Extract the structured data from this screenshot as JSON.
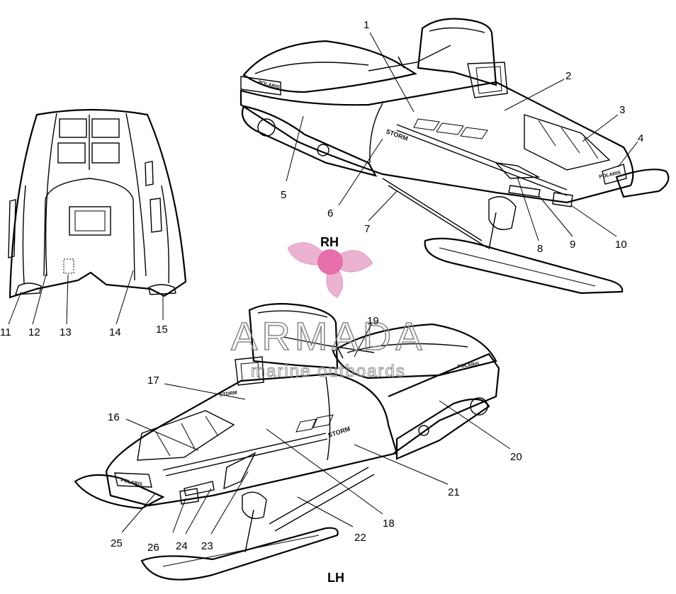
{
  "views": {
    "rh": "RH",
    "lh": "LH"
  },
  "decal_text": {
    "brand": "POLARIS",
    "model": "STORM"
  },
  "watermark": {
    "name": "ARMADA",
    "tagline": "marine outboards",
    "color": "#e8a6c8"
  },
  "callouts": [
    {
      "id": "1",
      "label": "1"
    },
    {
      "id": "2",
      "label": "2"
    },
    {
      "id": "3",
      "label": "3"
    },
    {
      "id": "4",
      "label": "4"
    },
    {
      "id": "5",
      "label": "5"
    },
    {
      "id": "6",
      "label": "6"
    },
    {
      "id": "7",
      "label": "7"
    },
    {
      "id": "8",
      "label": "8"
    },
    {
      "id": "9",
      "label": "9"
    },
    {
      "id": "10",
      "label": "10"
    },
    {
      "id": "11",
      "label": "11"
    },
    {
      "id": "12",
      "label": "12"
    },
    {
      "id": "13",
      "label": "13"
    },
    {
      "id": "14",
      "label": "14"
    },
    {
      "id": "15",
      "label": "15"
    },
    {
      "id": "16",
      "label": "16"
    },
    {
      "id": "17",
      "label": "17"
    },
    {
      "id": "18",
      "label": "18"
    },
    {
      "id": "19",
      "label": "19"
    },
    {
      "id": "20",
      "label": "20"
    },
    {
      "id": "21",
      "label": "21"
    },
    {
      "id": "22",
      "label": "22"
    },
    {
      "id": "23",
      "label": "23"
    },
    {
      "id": "24",
      "label": "24"
    },
    {
      "id": "25",
      "label": "25"
    },
    {
      "id": "26",
      "label": "26"
    }
  ]
}
